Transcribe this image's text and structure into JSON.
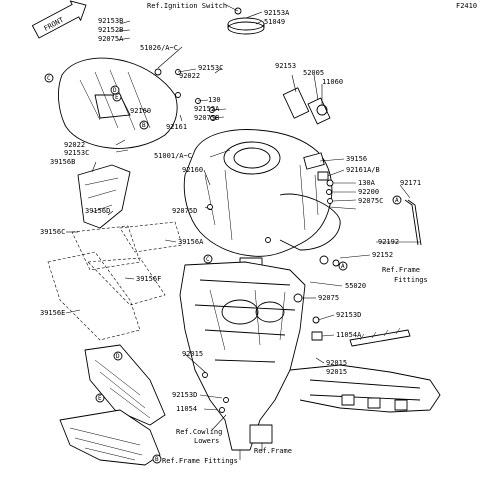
{
  "figure_code": "F2410",
  "front_mark": "FRONT",
  "references": {
    "ignition_switch": "Ref.Ignition Switch",
    "frame_fittings_1": "Ref.Frame",
    "frame_fittings_2": "Fittings",
    "cowling_1": "Ref.Cowling",
    "cowling_2": "Lowers",
    "frame_fittings_bottom": "Ref.Frame Fittings",
    "frame": "Ref.Frame"
  },
  "callouts": {
    "A": "A",
    "B": "B",
    "C": "C",
    "D": "D",
    "E": "E"
  },
  "labels": {
    "p92153A": "92153A",
    "p51049": "51049",
    "p92153B": "92153B",
    "p92152B": "92152B",
    "p92075A": "92075A",
    "p51026": "51026/A~C",
    "p92153C": "92153C",
    "p92022a": "92022",
    "p92153": "92153",
    "p52005": "52005",
    "p11060": "11060",
    "p130a": "130",
    "p92152A": "92152A",
    "p92075B": "92075B",
    "p92160a": "92160",
    "p92161": "92161",
    "p92022b": "92022",
    "p92153Cb": "92153C",
    "p51001": "51001/A~C",
    "p39156B": "39156B",
    "p92160b": "92160",
    "p39156": "39156",
    "p92161AB": "92161A/B",
    "p130A": "130A",
    "p92171": "92171",
    "p92200": "92200",
    "p92075C": "92075C",
    "p92075D": "92075D",
    "p39156D": "39156D",
    "p39156C": "39156C",
    "p39156A": "39156A",
    "p92192": "92192",
    "p92152": "92152",
    "p39156F": "39156F",
    "p92075": "92075",
    "p55020": "55020",
    "p39156E": "39156E",
    "p92153D": "92153D",
    "p11054A": "11054A",
    "p92015a": "92015",
    "p92015b": "92015",
    "p92015c": "92015",
    "p92153Db": "92153D",
    "p11054": "11054"
  }
}
